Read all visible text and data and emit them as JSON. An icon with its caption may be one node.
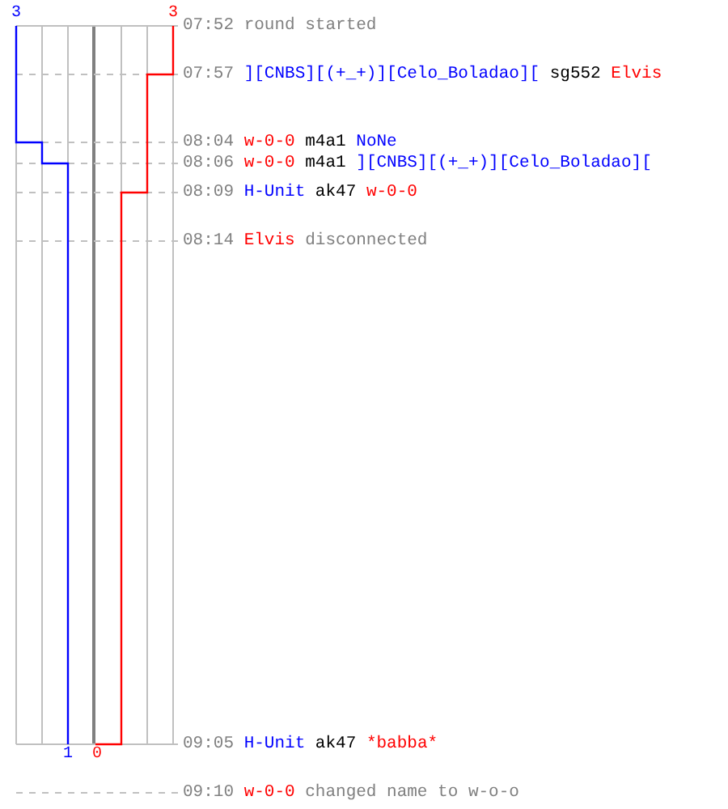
{
  "diagram": {
    "labels": [
      "3",
      "3",
      "07:52",
      "round started",
      "07:57",
      "][CNBS][(+_+)][Celo_Boladao][",
      "sg552",
      "Elvis",
      "08:04",
      "w-0-0",
      "m4a1",
      "NoNe",
      "08:06",
      "w-0-0",
      "m4a1",
      "][CNBS][(+_+)][Celo_Boladao][",
      "08:09",
      "H-Unit",
      "ak47",
      "w-0-0",
      "08:14",
      "Elvis",
      "disconnected",
      "09:05",
      "H-Unit",
      "ak47",
      "*babba*",
      "1",
      "0",
      "09:10",
      "w-0-0",
      "changed name to w-o-o"
    ]
  }
}
